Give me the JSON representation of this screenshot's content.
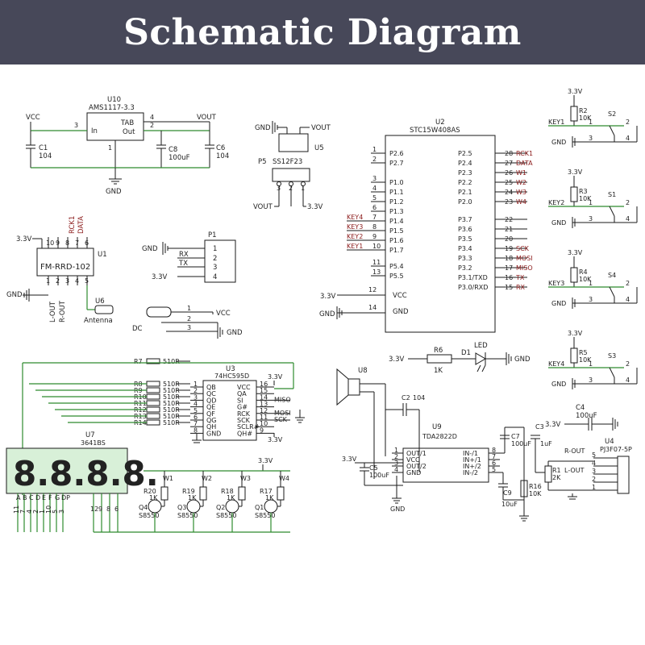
{
  "banner": {
    "title": "Schematic Diagram"
  },
  "regulator": {
    "ref": "U10",
    "part": "AMS1117-3.3",
    "pin_in": "In",
    "pin_out": "Out",
    "pin_tab": "TAB",
    "p3": "3",
    "p4": "4",
    "p2": "2",
    "p1": "1",
    "vcc": "VCC",
    "vout": "VOUT",
    "gnd": "GND",
    "c1": "C1",
    "c1v": "104",
    "c8": "C8",
    "c8v": "100uF",
    "c6": "C6",
    "c6v": "104"
  },
  "switch5": {
    "gnd": "GND",
    "vout": "VOUT",
    "ref": "U5",
    "p5": "P5",
    "part": "SS12F23",
    "vout2": "VOUT",
    "v33": "3.3V",
    "n3": "3",
    "n2": "2",
    "n1": "1"
  },
  "mcu": {
    "ref": "U2",
    "part": "STC15W408AS",
    "left": [
      {
        "num": "1",
        "name": "P2.6",
        "net": ""
      },
      {
        "num": "2",
        "name": "P2.7",
        "net": ""
      },
      {
        "num": "3",
        "name": "P1.0",
        "net": ""
      },
      {
        "num": "4",
        "name": "P1.1",
        "net": ""
      },
      {
        "num": "5",
        "name": "P1.2",
        "net": ""
      },
      {
        "num": "6",
        "name": "P1.3",
        "net": ""
      },
      {
        "num": "7",
        "name": "P1.4",
        "net": "KEY4"
      },
      {
        "num": "8",
        "name": "P1.5",
        "net": "KEY3"
      },
      {
        "num": "9",
        "name": "P1.6",
        "net": "KEY2"
      },
      {
        "num": "10",
        "name": "P1.7",
        "net": "KEY1"
      },
      {
        "num": "11",
        "name": "P5.4",
        "net": ""
      },
      {
        "num": "13",
        "name": "P5.5",
        "net": ""
      }
    ],
    "right": [
      {
        "num": "28",
        "name": "P2.5",
        "net": "RCK1"
      },
      {
        "num": "27",
        "name": "P2.4",
        "net": "DATA"
      },
      {
        "num": "26",
        "name": "P2.3",
        "net": "W1"
      },
      {
        "num": "25",
        "name": "P2.2",
        "net": "W2"
      },
      {
        "num": "24",
        "name": "P2.1",
        "net": "W3"
      },
      {
        "num": "23",
        "name": "P2.0",
        "net": "W4"
      },
      {
        "num": "22",
        "name": "P3.7",
        "net": ""
      },
      {
        "num": "21",
        "name": "P3.6",
        "net": ""
      },
      {
        "num": "20",
        "name": "P3.5",
        "net": ""
      },
      {
        "num": "19",
        "name": "P3.4",
        "net": "SCK"
      },
      {
        "num": "18",
        "name": "P3.3",
        "net": "MOSI"
      },
      {
        "num": "17",
        "name": "P3.2",
        "net": "MISO"
      },
      {
        "num": "16",
        "name": "P3.1/TXD",
        "net": "TX"
      },
      {
        "num": "15",
        "name": "P3.0/RXD",
        "net": "RX"
      }
    ],
    "vcc": "VCC",
    "gnd": "GND",
    "p12": "12",
    "p14": "14",
    "v33": "3.3V",
    "gndlbl": "GND"
  },
  "radio": {
    "v33": "3.3V",
    "ref": "U1",
    "part": "FM-RRD-102",
    "rck": "RCK1",
    "data": "DATA",
    "gnd": "GND",
    "lout": "L-OUT",
    "rout": "R-OUT",
    "u6": "U6",
    "antenna": "Antenna",
    "top": [
      "10",
      "9",
      "8",
      "7",
      "6"
    ],
    "bot": [
      "1",
      "2",
      "3",
      "4",
      "5"
    ]
  },
  "header": {
    "ref": "P1",
    "gnd": "GND",
    "rx": "RX",
    "tx": "TX",
    "v33": "3.3V",
    "pins": [
      "1",
      "2",
      "3",
      "4"
    ]
  },
  "dc": {
    "label": "DC",
    "vcc": "VCC",
    "gnd": "GND",
    "p1": "1",
    "p2": "2",
    "p3": "3"
  },
  "keys": [
    {
      "r": "R2",
      "s": "S2",
      "net": "KEY1"
    },
    {
      "r": "R3",
      "s": "S1",
      "net": "KEY2"
    },
    {
      "r": "R4",
      "s": "S4",
      "net": "KEY3"
    },
    {
      "r": "R5",
      "s": "S3",
      "net": "KEY4"
    }
  ],
  "keys_common": {
    "v33": "3.3V",
    "rval": "10K",
    "gnd": "GND",
    "n1": "1",
    "n2": "2",
    "n3": "3",
    "n4": "4"
  },
  "led": {
    "v33": "3.3V",
    "r": "R6",
    "rv": "1K",
    "d": "D1",
    "name": "LED",
    "gnd": "GND"
  },
  "shift": {
    "ref": "U3",
    "part": "74HC595D",
    "left": [
      {
        "num": "1",
        "name": "QB"
      },
      {
        "num": "2",
        "name": "QC"
      },
      {
        "num": "3",
        "name": "QD"
      },
      {
        "num": "4",
        "name": "QE"
      },
      {
        "num": "5",
        "name": "QF"
      },
      {
        "num": "6",
        "name": "QG"
      },
      {
        "num": "7",
        "name": "QH"
      },
      {
        "num": "8",
        "name": "GND"
      }
    ],
    "right": [
      {
        "num": "16",
        "name": "VCC",
        "net": ""
      },
      {
        "num": "15",
        "name": "QA",
        "net": ""
      },
      {
        "num": "14",
        "name": "SI",
        "net": "MISO"
      },
      {
        "num": "13",
        "name": "G#",
        "net": ""
      },
      {
        "num": "12",
        "name": "RCK",
        "net": "MOSI"
      },
      {
        "num": "11",
        "name": "SCK",
        "net": "SCK"
      },
      {
        "num": "10",
        "name": "SCLR#",
        "net": ""
      },
      {
        "num": "9",
        "name": "QH#",
        "net": ""
      }
    ],
    "v33": "3.3V",
    "v33b": "3.3V",
    "res": [
      {
        "r": "R7",
        "v": "510R"
      },
      {
        "r": "R8",
        "v": "510R"
      },
      {
        "r": "R9",
        "v": "510R"
      },
      {
        "r": "R10",
        "v": "510R"
      },
      {
        "r": "R11",
        "v": "510R"
      },
      {
        "r": "R12",
        "v": "510R"
      },
      {
        "r": "R13",
        "v": "510R"
      },
      {
        "r": "R14",
        "v": "510R"
      }
    ]
  },
  "display": {
    "ref": "U7",
    "part": "3641BS",
    "digits": "8.8.8.8.",
    "pins": [
      "11",
      "7",
      "4",
      "2",
      "1",
      "10",
      "5",
      "3"
    ],
    "seg": [
      "A",
      "B",
      "C",
      "D",
      "E",
      "F",
      "G",
      "DP"
    ],
    "right_pins": [
      "12",
      "9",
      "8",
      "6"
    ]
  },
  "drivers": [
    {
      "q": "Q4",
      "r": "R20",
      "w": "W1",
      "t": "S8550",
      "rv": "1K"
    },
    {
      "q": "Q3",
      "r": "R19",
      "w": "W2",
      "t": "S8550",
      "rv": "1K"
    },
    {
      "q": "Q2",
      "r": "R18",
      "w": "W3",
      "t": "S8550",
      "rv": "1K"
    },
    {
      "q": "Q1",
      "r": "R17",
      "w": "W4",
      "t": "S8550",
      "rv": "1K"
    }
  ],
  "drivers_common": {
    "v33": "3.3V"
  },
  "amp": {
    "u8": "U8",
    "c2": "C2",
    "c2v": "104",
    "ref": "U9",
    "part": "TDA2822D",
    "left": [
      {
        "num": "1",
        "name": "OUT/1"
      },
      {
        "num": "2",
        "name": "VCC"
      },
      {
        "num": "3",
        "name": "OUT/2"
      },
      {
        "num": "4",
        "name": "GND"
      }
    ],
    "right": [
      {
        "num": "8",
        "name": "IN-/1"
      },
      {
        "num": "7",
        "name": "IN+/1"
      },
      {
        "num": "6",
        "name": "IN+/2"
      },
      {
        "num": "5",
        "name": "IN-/2"
      }
    ],
    "v33": "3.3V",
    "c5": "C5",
    "c5v": "100uF",
    "gnd": "GND",
    "c7": "C7",
    "c7v": "100uF",
    "c3": "C3",
    "c3v": "1uF",
    "c9": "C9",
    "c9v": "10uF",
    "r16": "R16",
    "r16v": "10K",
    "r1": "R1",
    "r1v": "2K",
    "c4": "C4",
    "c4v": "100uF",
    "c4v33": "3.3V",
    "u4": "U4",
    "jack": "PJ3F07-5P",
    "rout": "R-OUT",
    "lout": "L-OUT",
    "jp": [
      "5",
      "4",
      "3",
      "2",
      "1"
    ]
  }
}
